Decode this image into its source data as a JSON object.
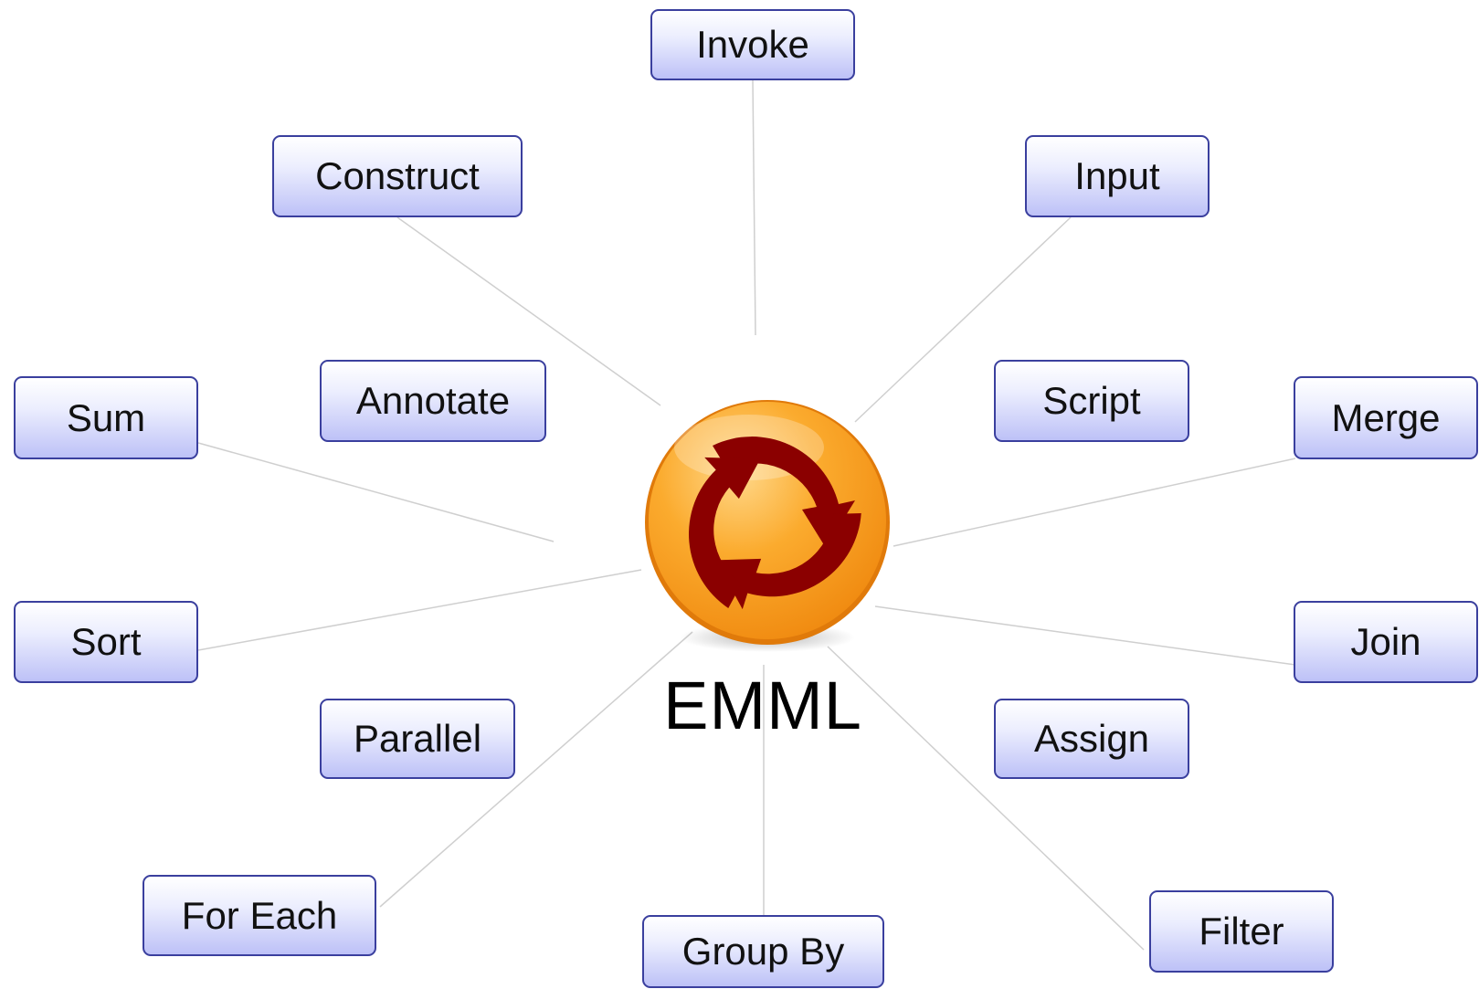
{
  "diagram": {
    "center": {
      "label": "EMML",
      "icon": "emml-logo-icon"
    },
    "nodes": [
      {
        "id": "invoke",
        "label": "Invoke"
      },
      {
        "id": "construct",
        "label": "Construct"
      },
      {
        "id": "input",
        "label": "Input"
      },
      {
        "id": "annotate",
        "label": "Annotate"
      },
      {
        "id": "script",
        "label": "Script"
      },
      {
        "id": "sum",
        "label": "Sum"
      },
      {
        "id": "merge",
        "label": "Merge"
      },
      {
        "id": "sort",
        "label": "Sort"
      },
      {
        "id": "join",
        "label": "Join"
      },
      {
        "id": "parallel",
        "label": "Parallel"
      },
      {
        "id": "assign",
        "label": "Assign"
      },
      {
        "id": "for-each",
        "label": "For Each"
      },
      {
        "id": "group-by",
        "label": "Group By"
      },
      {
        "id": "filter",
        "label": "Filter"
      }
    ],
    "edges": [
      {
        "from": "emml",
        "to": "invoke"
      },
      {
        "from": "emml",
        "to": "construct"
      },
      {
        "from": "emml",
        "to": "input"
      },
      {
        "from": "emml",
        "to": "sum"
      },
      {
        "from": "emml",
        "to": "merge"
      },
      {
        "from": "emml",
        "to": "sort"
      },
      {
        "from": "emml",
        "to": "join"
      },
      {
        "from": "emml",
        "to": "for-each"
      },
      {
        "from": "emml",
        "to": "group-by"
      },
      {
        "from": "emml",
        "to": "filter"
      }
    ],
    "colors": {
      "node_border": "#3a3f9e",
      "node_fill_top": "#ffffff",
      "node_fill_bottom": "#bdc1f7",
      "connector": "#cfcfcf",
      "logo_orange": "#f7941d",
      "logo_arrows": "#8b0000"
    }
  }
}
